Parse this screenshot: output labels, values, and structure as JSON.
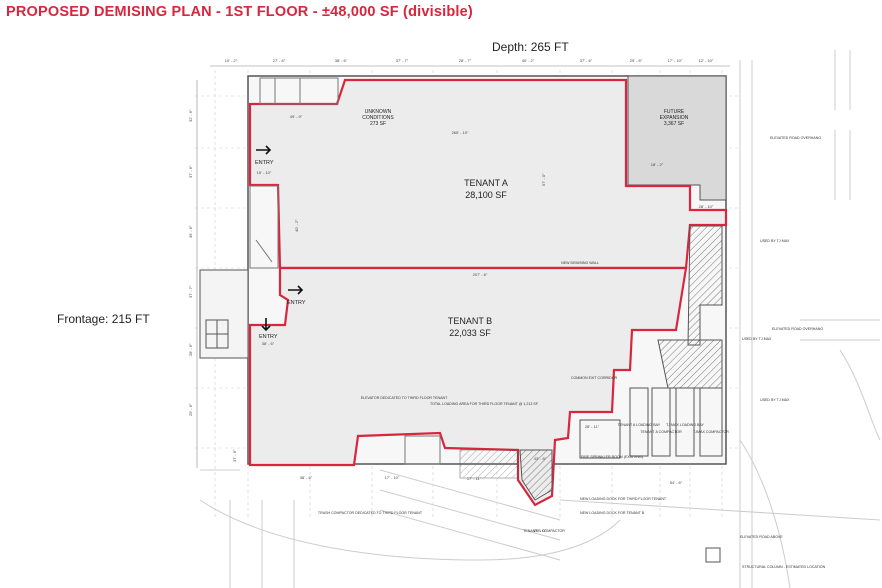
{
  "title": "PROPOSED DEMISING PLAN - 1ST FLOOR - ±48,000 SF (divisible)",
  "depth_label": "Depth: 265 FT",
  "frontage_label": "Frontage: 215 FT",
  "colors": {
    "accent": "#d7263d",
    "wall": "#555555",
    "fill": "#ececec"
  },
  "tenant_a": {
    "name": "TENANT A",
    "area": "28,100 SF"
  },
  "tenant_b": {
    "name": "TENANT B",
    "area": "22,033 SF"
  },
  "unknown": {
    "line1": "UNKNOWN",
    "line2": "CONDITIONS",
    "area": "273 SF"
  },
  "future": {
    "line1": "FUTURE",
    "line2": "EXPANSION",
    "area": "3,367 SF"
  },
  "entries": [
    "ENTRY",
    "ENTRY",
    "ENTRY"
  ],
  "dims_top": [
    "10' - 2\"",
    "27' - 6\"",
    "38' - 6\"",
    "37' - 7\"",
    "28' - 7\"",
    "40' - 2\"",
    "37' - 6\"",
    "29' - 6\"",
    "17' - 10\"",
    "12' - 10\""
  ],
  "dims_left": [
    "32' - 6\"",
    "37' - 6\"",
    "36' - 6\"",
    "37' - 7\"",
    "28' - 6\"",
    "29' - 6\"",
    "37' - 6\""
  ],
  "dims_inner": [
    "49' - 9\"",
    "265' - 10\"",
    "15' - 10\"",
    "40' - 2\"",
    "207' - 6\"",
    "18' - 2\"",
    "38' - 6\"",
    "28' - 11\"",
    "57' - 0\"",
    "17' - 10\"",
    "38' - 6\"",
    "17' - 11\"",
    "28' - 10\"",
    "43' - 6\"",
    "54' - 6\"",
    "25' - 0\""
  ],
  "annotations": [
    "NEW DEMISING WALL",
    "ELEVATOR DEDICATED TO THIRD FLOOR TENANT",
    "TOTAL LOADING AREA FOR THIRD FLOOR TENANT @ 1,213 SF",
    "COMMON EXIT CORRIDOR",
    "FIRE SPRINKLER ROOM (EXISTING)",
    "TENANT A LOADING BAY",
    "TENANT A COMPACTOR",
    "TJ MAX LOADING BAY",
    "TJMAX COMPACTOR",
    "USED BY TJ MAX",
    "USED BY TJ MAX",
    "USED BY TJ MAX",
    "ELEVATED ROAD OVERHANG",
    "ELEVATED ROAD OVERHANG",
    "NEW LOADING DOCK FOR THIRD FLOOR TENANT",
    "NEW LOADING DOCK FOR TENANT B",
    "TRASH COMPACTOR DEDICATED TO THIRD FLOOR TENANT",
    "TENANT B COMPACTOR",
    "ELEVATED ROAD ABOVE",
    "STRUCTURAL COLUMN - ESTIMATED LOCATION"
  ]
}
